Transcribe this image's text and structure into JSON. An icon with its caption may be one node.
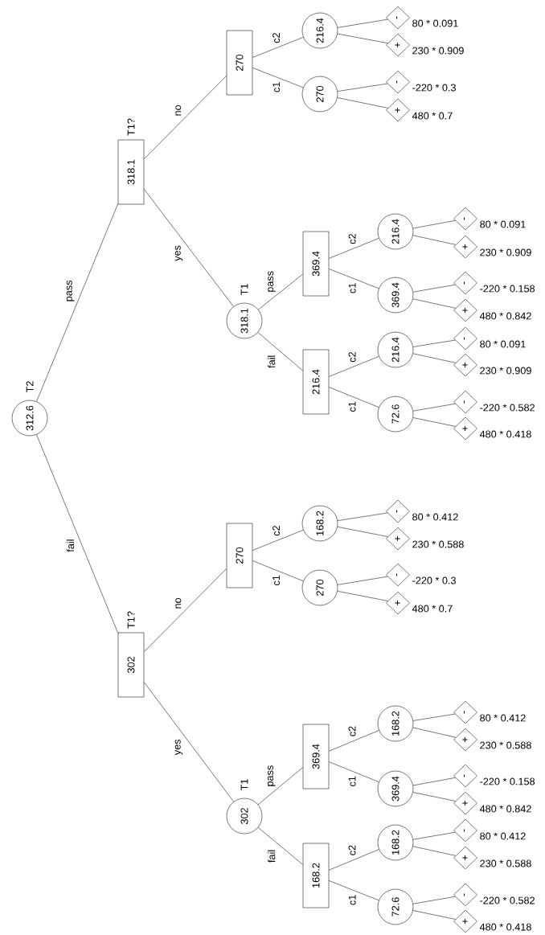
{
  "diagram": {
    "nodes": [
      {
        "text": [
          "312.6"
        ],
        "beside": [
          "T2"
        ]
      },
      {
        "text": [
          "318.1"
        ],
        "beside": [
          "T1?"
        ]
      },
      {
        "text": [
          "270"
        ]
      },
      {
        "text": [
          "216.4"
        ]
      },
      {
        "text": [
          "-"
        ],
        "beside": [
          "80 * 0.091"
        ]
      },
      {
        "text": [
          "+"
        ],
        "beside": [
          "230 * 0.909"
        ]
      },
      {
        "text": [
          "270"
        ]
      },
      {
        "text": [
          "-"
        ],
        "beside": [
          "-220 * 0.3"
        ]
      },
      {
        "text": [
          "+"
        ],
        "beside": [
          "480 * 0.7"
        ]
      },
      {
        "text": [
          "318.1"
        ],
        "beside": [
          "T1"
        ]
      },
      {
        "text": [
          "369.4"
        ]
      },
      {
        "text": [
          "216.4"
        ]
      },
      {
        "text": [
          "-"
        ],
        "beside": [
          "80 * 0.091"
        ]
      },
      {
        "text": [
          "+"
        ],
        "beside": [
          "230 * 0.909"
        ]
      },
      {
        "text": [
          "369.4"
        ]
      },
      {
        "text": [
          "-"
        ],
        "beside": [
          "-220 * 0.158"
        ]
      },
      {
        "text": [
          "+"
        ],
        "beside": [
          "480 * 0.842"
        ]
      },
      {
        "text": [
          "216.4"
        ]
      },
      {
        "text": [
          "216.4"
        ]
      },
      {
        "text": [
          "-"
        ],
        "beside": [
          "80 * 0.091"
        ]
      },
      {
        "text": [
          "+"
        ],
        "beside": [
          "230 * 0.909"
        ]
      },
      {
        "text": [
          "72.6"
        ]
      },
      {
        "text": [
          "-"
        ],
        "beside": [
          "-220 * 0.582"
        ]
      },
      {
        "text": [
          "+"
        ],
        "beside": [
          "480 * 0.418"
        ]
      },
      {
        "text": [
          "302"
        ],
        "beside": [
          "T1?"
        ]
      },
      {
        "text": [
          "270"
        ]
      },
      {
        "text": [
          "168.2"
        ]
      },
      {
        "text": [
          "-"
        ],
        "beside": [
          "80 * 0.412"
        ]
      },
      {
        "text": [
          "+"
        ],
        "beside": [
          "230 * 0.588"
        ]
      },
      {
        "text": [
          "270"
        ]
      },
      {
        "text": [
          "-"
        ],
        "beside": [
          "-220 * 0.3"
        ]
      },
      {
        "text": [
          "+"
        ],
        "beside": [
          "480 * 0.7"
        ]
      },
      {
        "text": [
          "302"
        ],
        "beside": [
          "T1"
        ]
      },
      {
        "text": [
          "369.4"
        ]
      },
      {
        "text": [
          "168.2"
        ]
      },
      {
        "text": [
          "-"
        ],
        "beside": [
          "80 * 0.412"
        ]
      },
      {
        "text": [
          "+"
        ],
        "beside": [
          "230 * 0.588"
        ]
      },
      {
        "text": [
          "369.4"
        ]
      },
      {
        "text": [
          "-"
        ],
        "beside": [
          "-220 * 0.158"
        ]
      },
      {
        "text": [
          "+"
        ],
        "beside": [
          "480 * 0.842"
        ]
      },
      {
        "text": [
          "168.2"
        ]
      },
      {
        "text": [
          "168.2"
        ]
      },
      {
        "text": [
          "-"
        ],
        "beside": [
          "80 * 0.412"
        ]
      },
      {
        "text": [
          "+"
        ],
        "beside": [
          "230 * 0.588"
        ]
      },
      {
        "text": [
          "72.6"
        ]
      },
      {
        "text": [
          "-"
        ],
        "beside": [
          "-220 * 0.582"
        ]
      },
      {
        "text": [
          "+"
        ],
        "beside": [
          "480 * 0.418"
        ]
      }
    ],
    "edges": [
      {
        "from": 0,
        "to": 1,
        "arrow": "none",
        "label": "pass"
      },
      {
        "from": 1,
        "to": 2,
        "arrow": "none",
        "label": "no"
      },
      {
        "from": 2,
        "to": 3,
        "arrow": "none",
        "label": "c2"
      },
      {
        "from": 3,
        "to": 4,
        "arrow": "none"
      },
      {
        "from": 3,
        "to": 5,
        "arrow": "none"
      },
      {
        "from": 2,
        "to": 6,
        "arrow": "none",
        "label": "c1"
      },
      {
        "from": 6,
        "to": 7,
        "arrow": "none"
      },
      {
        "from": 6,
        "to": 8,
        "arrow": "none"
      },
      {
        "from": 1,
        "to": 9,
        "arrow": "none",
        "label": "yes"
      },
      {
        "from": 9,
        "to": 10,
        "arrow": "none",
        "label": "pass"
      },
      {
        "from": 10,
        "to": 11,
        "arrow": "none",
        "label": "c2"
      },
      {
        "from": 11,
        "to": 12,
        "arrow": "none"
      },
      {
        "from": 11,
        "to": 13,
        "arrow": "none"
      },
      {
        "from": 10,
        "to": 14,
        "arrow": "none",
        "label": "c1"
      },
      {
        "from": 14,
        "to": 15,
        "arrow": "none"
      },
      {
        "from": 14,
        "to": 16,
        "arrow": "none"
      },
      {
        "from": 9,
        "to": 17,
        "arrow": "none",
        "label": "fail"
      },
      {
        "from": 17,
        "to": 18,
        "arrow": "none",
        "label": "c2"
      },
      {
        "from": 18,
        "to": 19,
        "arrow": "none"
      },
      {
        "from": 18,
        "to": 20,
        "arrow": "none"
      },
      {
        "from": 17,
        "to": 21,
        "arrow": "none",
        "label": "c1"
      },
      {
        "from": 21,
        "to": 22,
        "arrow": "none"
      },
      {
        "from": 21,
        "to": 23,
        "arrow": "none"
      },
      {
        "from": 0,
        "to": 24,
        "arrow": "none",
        "label": "fail"
      },
      {
        "from": 24,
        "to": 25,
        "arrow": "none",
        "label": "no"
      },
      {
        "from": 25,
        "to": 26,
        "arrow": "none",
        "label": "c2"
      },
      {
        "from": 26,
        "to": 27,
        "arrow": "none"
      },
      {
        "from": 26,
        "to": 28,
        "arrow": "none"
      },
      {
        "from": 25,
        "to": 29,
        "arrow": "none",
        "label": "c1"
      },
      {
        "from": 29,
        "to": 30,
        "arrow": "none"
      },
      {
        "from": 29,
        "to": 31,
        "arrow": "none"
      },
      {
        "from": 24,
        "to": 32,
        "arrow": "none",
        "label": "yes"
      },
      {
        "from": 32,
        "to": 33,
        "arrow": "none",
        "label": "pass"
      },
      {
        "from": 33,
        "to": 34,
        "arrow": "none",
        "label": "c2"
      },
      {
        "from": 34,
        "to": 35,
        "arrow": "none"
      },
      {
        "from": 34,
        "to": 36,
        "arrow": "none"
      },
      {
        "from": 33,
        "to": 37,
        "arrow": "none",
        "label": "c1"
      },
      {
        "from": 37,
        "to": 38,
        "arrow": "none"
      },
      {
        "from": 37,
        "to": 39,
        "arrow": "none"
      },
      {
        "from": 32,
        "to": 40,
        "arrow": "none",
        "label": "fail"
      },
      {
        "from": 40,
        "to": 41,
        "arrow": "none",
        "label": "c2"
      },
      {
        "from": 41,
        "to": 42,
        "arrow": "none"
      },
      {
        "from": 41,
        "to": 43,
        "arrow": "none"
      },
      {
        "from": 40,
        "to": 44,
        "arrow": "none",
        "label": "c1"
      },
      {
        "from": 44,
        "to": 45,
        "arrow": "none"
      },
      {
        "from": 44,
        "to": 46,
        "arrow": "none"
      }
    ]
  }
}
